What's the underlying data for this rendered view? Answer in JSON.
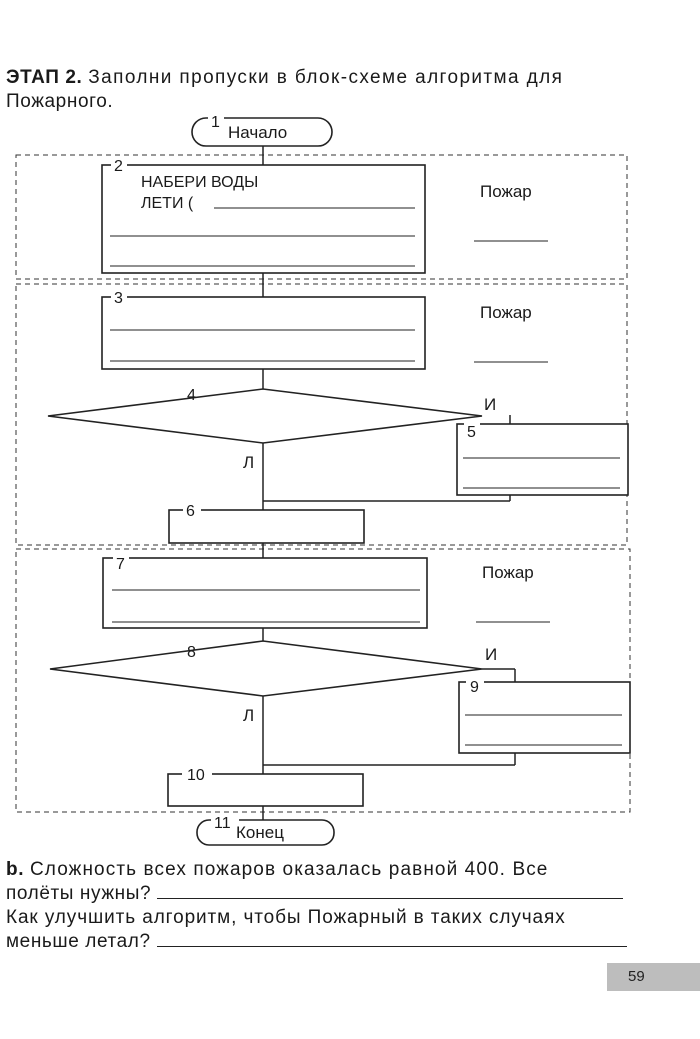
{
  "task2": {
    "stage_label": "ЭТАП 2.",
    "text_line1": "Заполни пропуски в блок-схеме алгоритма для",
    "text_line2": "Пожарного."
  },
  "flowchart": {
    "start": {
      "num": "1",
      "text": "Начало"
    },
    "end": {
      "num": "11",
      "text": "Конец"
    },
    "block2": {
      "num": "2",
      "line1": "НАБЕРИ ВОДЫ",
      "line2": "ЛЕТИ ("
    },
    "block3": {
      "num": "3"
    },
    "block4": {
      "num": "4"
    },
    "block5": {
      "num": "5"
    },
    "block6": {
      "num": "6"
    },
    "block7": {
      "num": "7"
    },
    "block8": {
      "num": "8"
    },
    "block9": {
      "num": "9"
    },
    "block10": {
      "num": "10"
    },
    "yes": "И",
    "no": "Л",
    "side_label": "Пожар"
  },
  "task_b": {
    "label": "b.",
    "q1_line1": "Сложность всех пожаров оказалась равной 400. Все",
    "q1_line2": "полёты нужны?",
    "q2_line1": "Как улучшить алгоритм, чтобы Пожарный в таких случаях",
    "q2_line2": "меньше летал?"
  },
  "page_number": "59"
}
